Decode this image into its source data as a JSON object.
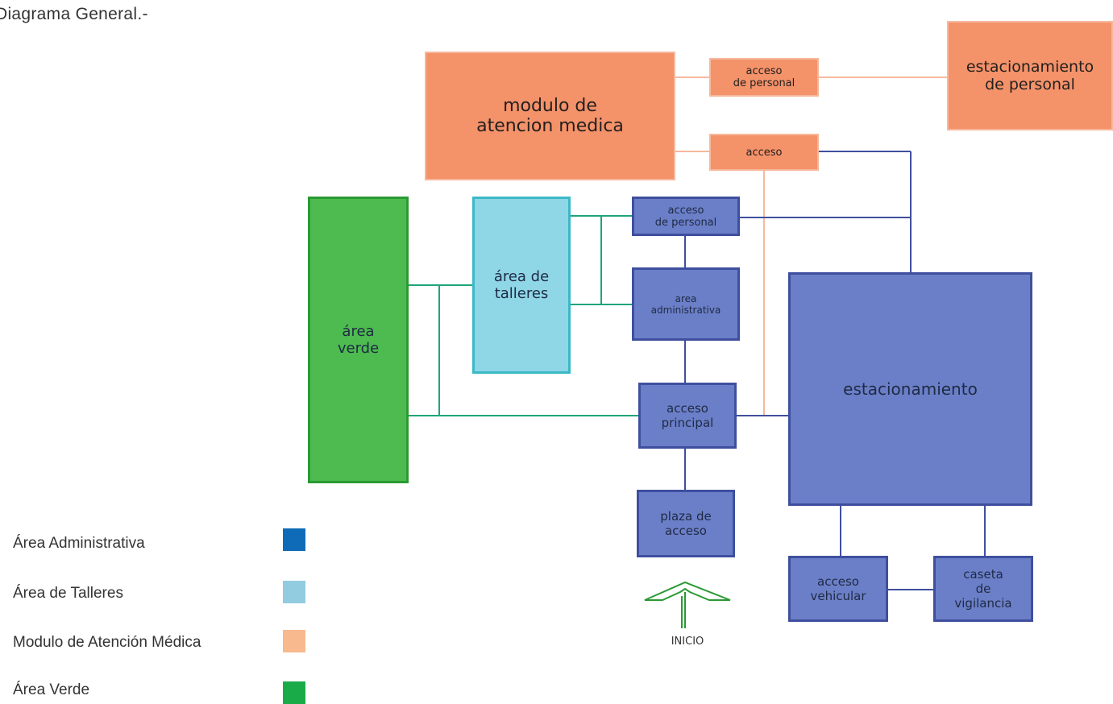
{
  "title": "Diagrama General.-",
  "colors": {
    "administrativa": "#6b7fc8",
    "talleres": "#8fd6e6",
    "medica": "#f4926a",
    "verde": "#4dbb4f",
    "connector_blue": "#3f4f9e",
    "connector_green": "#2a9a33",
    "connector_orange": "#f6b89c"
  },
  "nodes": {
    "modulo": "modulo de\natencion medica",
    "acceso_personal_top": "acceso\nde personal",
    "estacionamiento_personal": "estacionamiento\nde personal",
    "acceso_top": "acceso",
    "area_verde": "área\nverde",
    "area_talleres": "área de\ntalleres",
    "acceso_personal": "acceso\nde personal",
    "area_administrativa": "area\nadministrativa",
    "acceso_principal": "acceso\nprincipal",
    "plaza_acceso": "plaza de\nacceso",
    "estacionamiento": "estacionamiento",
    "acceso_vehicular": "acceso\nvehicular",
    "caseta_vigilancia": "caseta\nde\nvigilancia"
  },
  "inicio": "INICIO",
  "legend": [
    {
      "label": "Área  Administrativa",
      "color": "#0f6bb8"
    },
    {
      "label": "Área de Talleres",
      "color": "#92cce0"
    },
    {
      "label": "Modulo de Atención Médica",
      "color": "#f8b98e"
    },
    {
      "label": "Área Verde",
      "color": "#1aab49"
    }
  ]
}
